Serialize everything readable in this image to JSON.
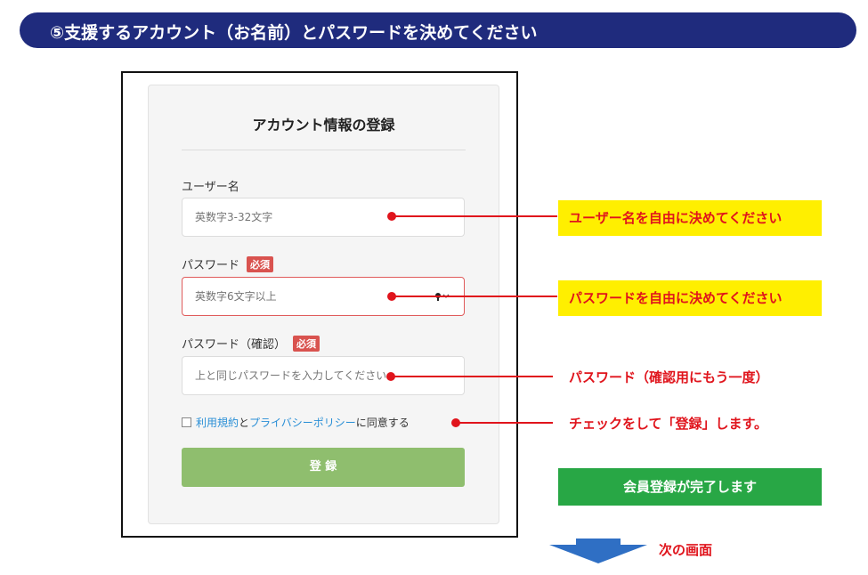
{
  "banner": {
    "title": "⑤支援するアカウント（お名前）とパスワードを決めてください"
  },
  "form": {
    "title": "アカウント情報の登録",
    "username": {
      "label": "ユーザー名",
      "placeholder": "英数字3-32文字"
    },
    "password": {
      "label": "パスワード",
      "required": "必須",
      "placeholder": "英数字6文字以上"
    },
    "password_confirm": {
      "label": "パスワード（確認）",
      "required": "必須",
      "placeholder": "上と同じパスワードを入力してください"
    },
    "agree": {
      "terms": "利用規約",
      "and": "と",
      "privacy": "プライバシーポリシー",
      "suffix": "に同意する"
    },
    "submit_label": "登 録"
  },
  "annotations": {
    "username": "ユーザー名を自由に決めてください",
    "password": "パスワードを自由に決めてください",
    "password_confirm": "パスワード（確認用にもう一度）",
    "agree": "チェックをして「登録」します。",
    "complete": "会員登録が完了します",
    "next": "次の画面"
  },
  "colors": {
    "banner": "#1f2b7d",
    "accent_red": "#e0141c",
    "highlight_yellow": "#ffef00",
    "complete_green": "#28a745",
    "submit_green": "#8fbe6e",
    "arrow_blue": "#2f6fc4"
  }
}
